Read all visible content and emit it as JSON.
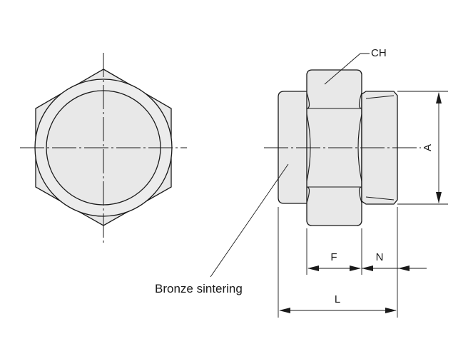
{
  "labels": {
    "ch": "CH",
    "a": "A",
    "f": "F",
    "n": "N",
    "l": "L",
    "bronze": "Bronze sintering"
  },
  "colors": {
    "line": "#1a1a1a",
    "fill": "#e8e8e8",
    "background": "#ffffff"
  }
}
